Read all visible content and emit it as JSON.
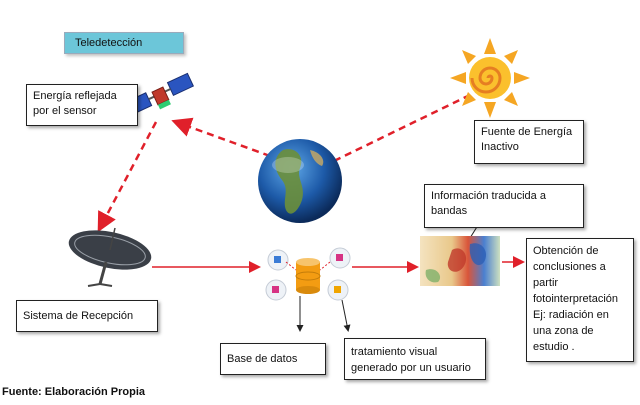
{
  "title": "Teledetección",
  "labels": {
    "reflected_energy": "Energía reflejada por el sensor",
    "energy_source": "Fuente de Energía Inactivo",
    "bands_info": "Información traducida a bandas",
    "reception": "Sistema de Recepción",
    "database": "Base de datos",
    "visual_processing": "tratamiento visual generado por un usuario",
    "conclusions": "Obtención de conclusiones a partir fotointerpretación Ej: radiación en una zona de estudio ."
  },
  "source_note": "Fuente: Elaboración Propia",
  "colors": {
    "title_fill": "#6cc6d9",
    "arrow_red": "#e0202a",
    "arrow_dark": "#222222",
    "sun": "#f5a623"
  },
  "icons": [
    "satellite-icon",
    "sun-icon",
    "earth-globe-icon",
    "satellite-dish-icon",
    "database-icon",
    "thematic-map-icon"
  ]
}
